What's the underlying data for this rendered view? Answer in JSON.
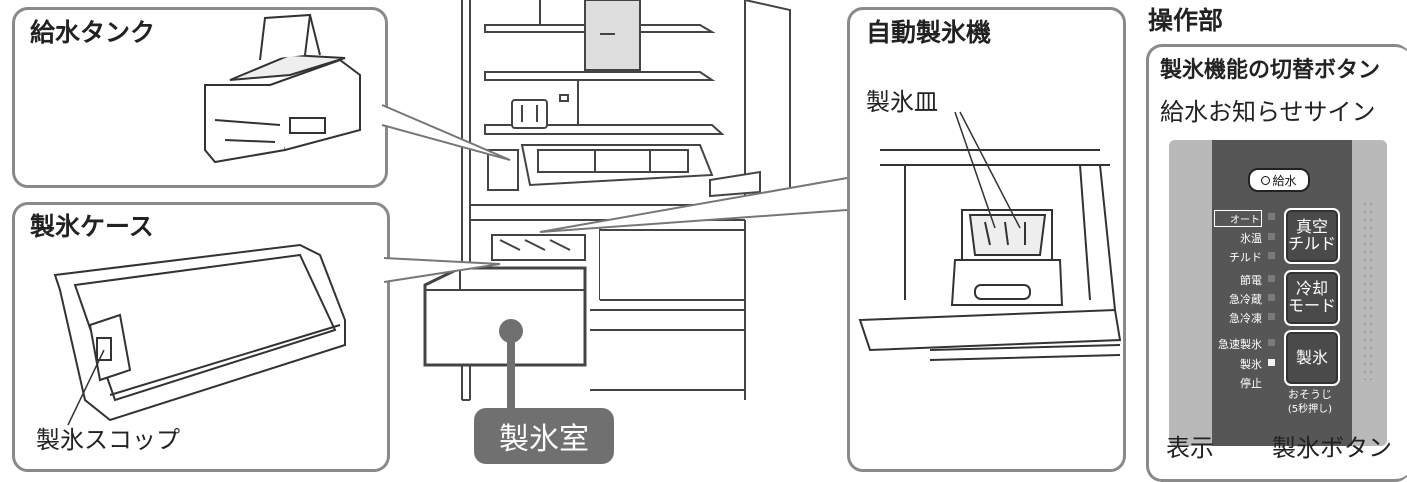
{
  "callouts": {
    "water_tank": "給水タンク",
    "ice_case": "製氷ケース",
    "ice_scoop": "製氷スコップ",
    "auto_ice_maker": "自動製氷機",
    "ice_tray": "製氷皿",
    "ice_room": "製氷室"
  },
  "controls": {
    "section_title": "操作部",
    "panel_title": "製氷機能の切替ボタン",
    "water_sign_label": "給水お知らせサイン",
    "water_sign_indicator": "給水",
    "display_label": "表示",
    "ice_button_label": "製氷ボタン",
    "group1": [
      "オート",
      "氷温",
      "チルド"
    ],
    "group2": [
      "節電",
      "急冷蔵",
      "急冷凍"
    ],
    "group3": [
      "急速製氷",
      "製氷",
      "停止"
    ],
    "btn_vacuum": [
      "真空",
      "チルド"
    ],
    "btn_cool": [
      "冷却",
      "モード"
    ],
    "btn_ice": "製氷",
    "btn_ice_sub": [
      "おそうじ",
      "(5秒押し)"
    ]
  },
  "colors": {
    "frame_gray": "#8a8a8a",
    "badge_gray": "#707070",
    "panel_dark": "#565656",
    "panel_light": "#b9b9b9"
  }
}
